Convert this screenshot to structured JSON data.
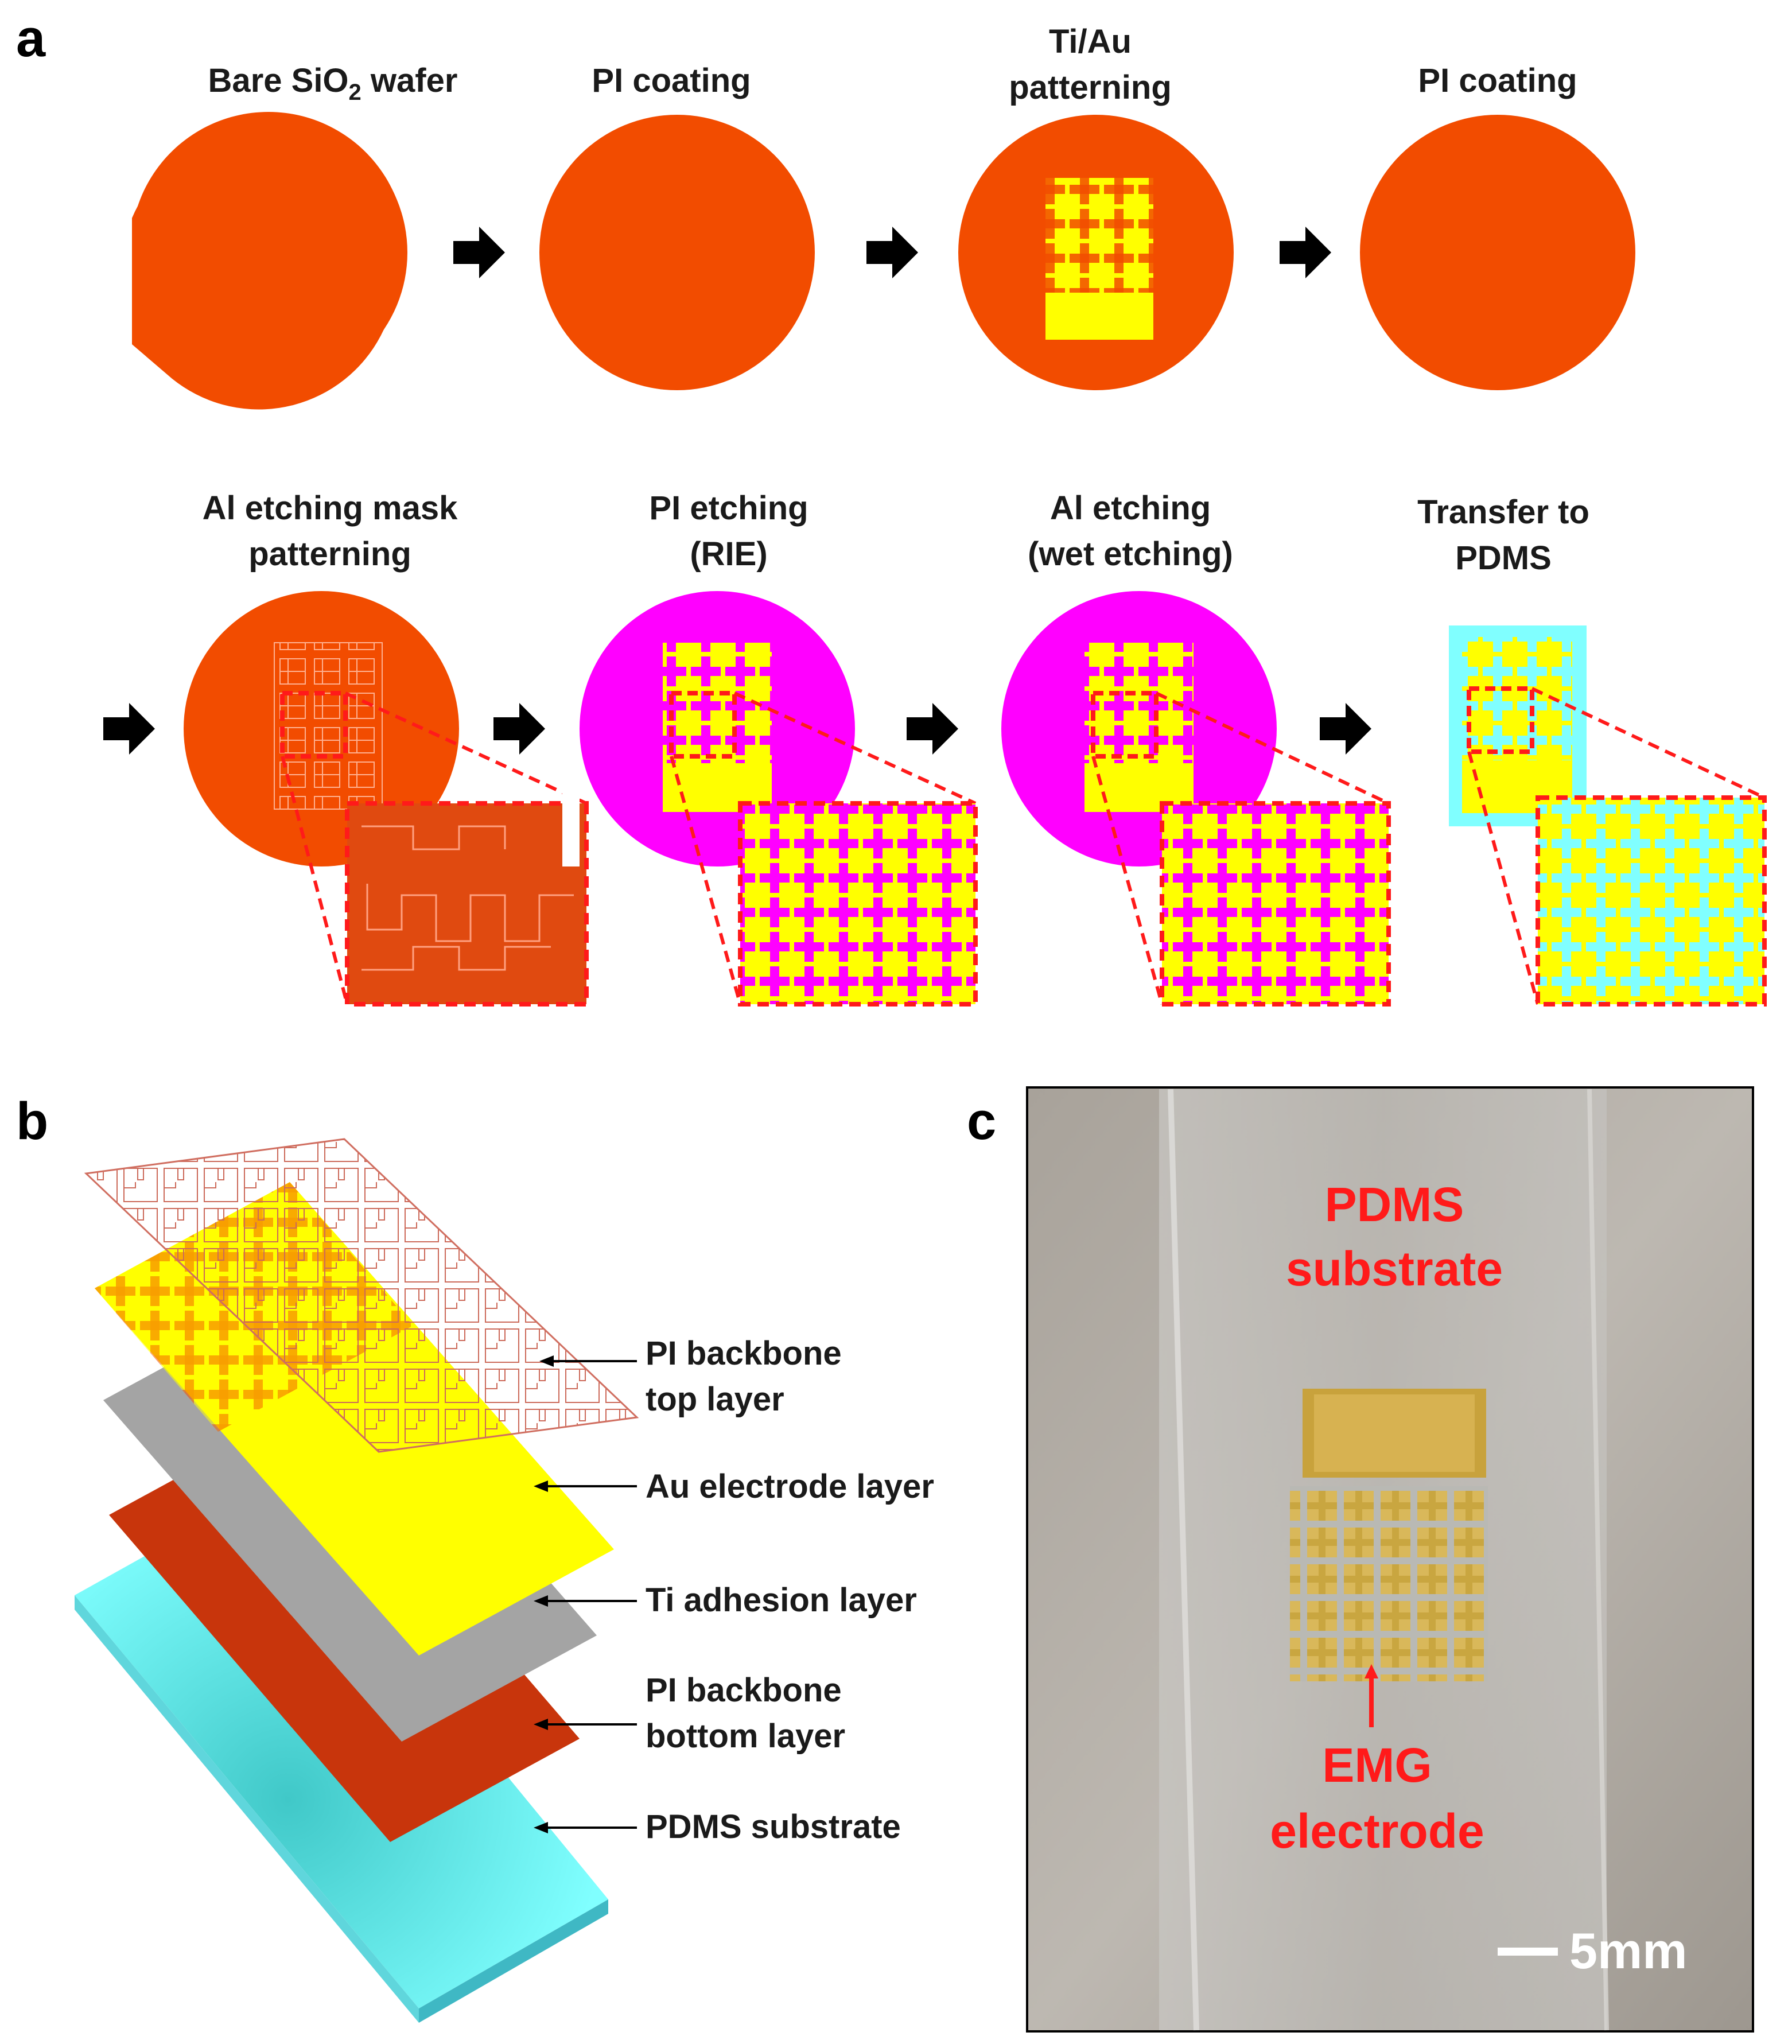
{
  "panels": {
    "a": "a",
    "b": "b",
    "c": "c"
  },
  "process_steps": [
    {
      "line1": "Bare SiO",
      "sub": "2",
      "line1_tail": " wafer",
      "line2": ""
    },
    {
      "line1": "PI coating",
      "sub": "",
      "line1_tail": "",
      "line2": ""
    },
    {
      "line1": "Ti/Au",
      "sub": "",
      "line1_tail": "",
      "line2": "patterning"
    },
    {
      "line1": "PI coating",
      "sub": "",
      "line1_tail": "",
      "line2": ""
    },
    {
      "line1": "Al etching mask",
      "sub": "",
      "line1_tail": "",
      "line2": "patterning"
    },
    {
      "line1": "PI etching",
      "sub": "",
      "line1_tail": "",
      "line2": "(RIE)"
    },
    {
      "line1": "Al etching",
      "sub": "",
      "line1_tail": "",
      "line2": "(wet etching)"
    },
    {
      "line1": "Transfer to",
      "sub": "",
      "line1_tail": "",
      "line2": "PDMS"
    }
  ],
  "layers": [
    {
      "line1": "PI backbone",
      "line2": "top layer"
    },
    {
      "line1": "Au electrode layer",
      "line2": ""
    },
    {
      "line1": "Ti adhesion layer",
      "line2": ""
    },
    {
      "line1": "PI backbone",
      "line2": "bottom layer"
    },
    {
      "line1": "PDMS substrate",
      "line2": ""
    }
  ],
  "photo": {
    "substrate_label_1": "PDMS",
    "substrate_label_2": "substrate",
    "electrode_label_1": "EMG",
    "electrode_label_2": "electrode",
    "scale_bar": "5mm"
  },
  "colors": {
    "pi_orange": "#f24c00",
    "au_yellow": "#ffff00",
    "al_magenta": "#ff00ff",
    "pdms_cyan": "#80ffff",
    "ti_gray": "#a0a0a0",
    "pi_bottom": "#c8350c",
    "zoom_red": "#ff1a1a"
  }
}
